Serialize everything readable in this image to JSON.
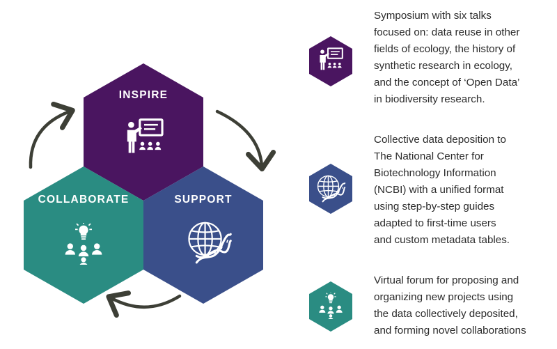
{
  "colors": {
    "inspire": "#4a1560",
    "support": "#3a4f8a",
    "collaborate": "#2a8c82",
    "arrow": "#3d3f36",
    "icon": "#ffffff",
    "text": "#2b2b2b"
  },
  "hexagons": {
    "inspire": {
      "label": "INSPIRE",
      "icon": "presentation-icon"
    },
    "support": {
      "label": "SUPPORT",
      "icon": "globe-dna-icon"
    },
    "collaborate": {
      "label": "COLLABORATE",
      "icon": "idea-team-icon"
    }
  },
  "descriptions": {
    "inspire": {
      "icon": "presentation-icon",
      "lines": [
        "Symposium with six talks",
        "focused on: data reuse in other",
        "fields of ecology, the history of",
        "synthetic research in ecology,",
        "and the concept of ‘Open Data’",
        "in biodiversity research."
      ]
    },
    "support": {
      "icon": "globe-dna-icon",
      "lines": [
        "Collective data deposition to",
        "The National Center for",
        "Biotechnology Information",
        "(NCBI) with a unified format",
        "using step-by-step guides",
        "adapted to first-time users",
        "and custom metadata tables."
      ]
    },
    "collaborate": {
      "icon": "idea-team-icon",
      "lines": [
        "Virtual forum for proposing and",
        "organizing new projects using",
        "the data collectively deposited,",
        "and forming novel collaborations"
      ]
    }
  }
}
